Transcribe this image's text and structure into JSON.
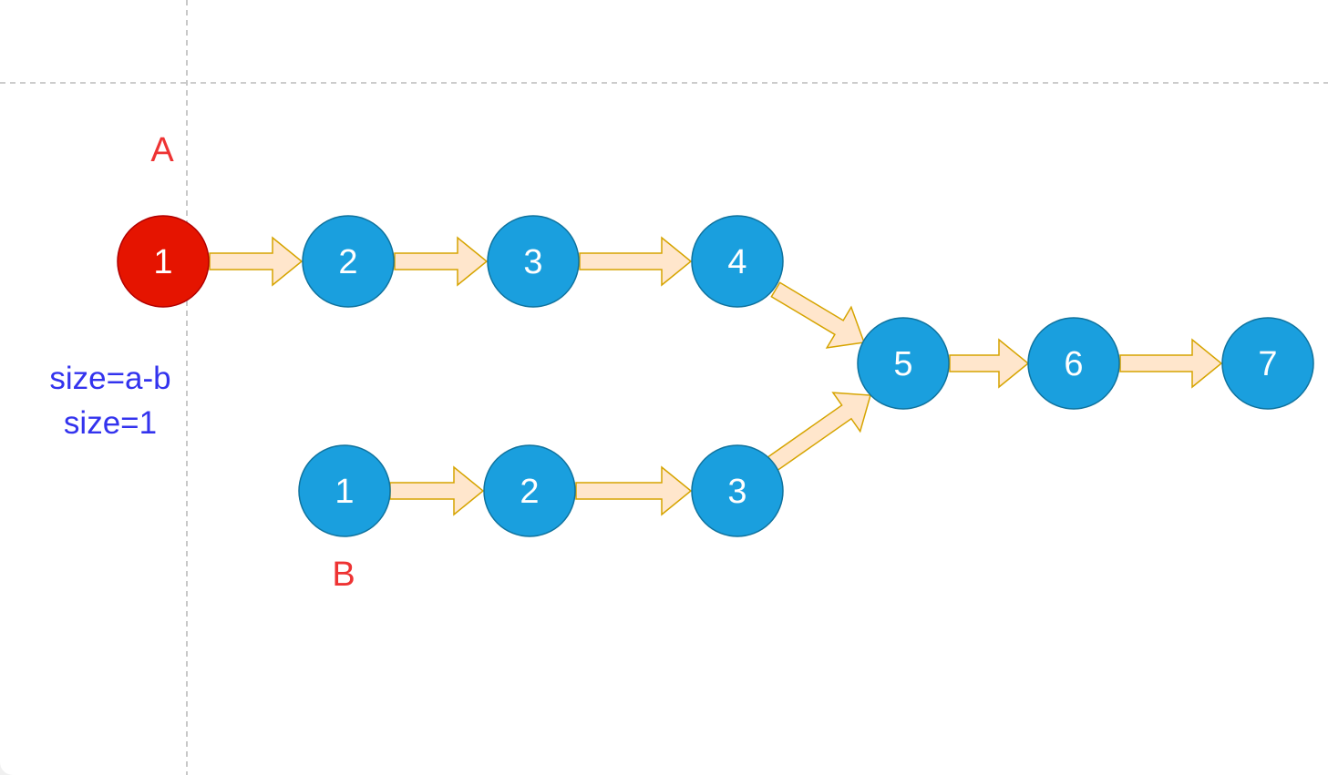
{
  "diagram": {
    "colors": {
      "node_fill": "#1a9fde",
      "node_stroke": "#10739e",
      "highlight_fill": "#e51400",
      "highlight_stroke": "#b20000",
      "arrow_fill": "#ffe6cc",
      "arrow_stroke": "#d6a400",
      "pointer_label": "#ee3333",
      "note_text": "#3333ee",
      "guide_line": "#bbbbbb"
    },
    "list_a_nodes": [
      "1",
      "2",
      "3",
      "4"
    ],
    "list_b_nodes": [
      "1",
      "2",
      "3"
    ],
    "shared_nodes": [
      "5",
      "6",
      "7"
    ],
    "highlighted_node": "list_a_nodes.0",
    "pointer_a": "A",
    "pointer_b": "B",
    "note_lines": [
      "size=a-b",
      "size=1"
    ]
  }
}
